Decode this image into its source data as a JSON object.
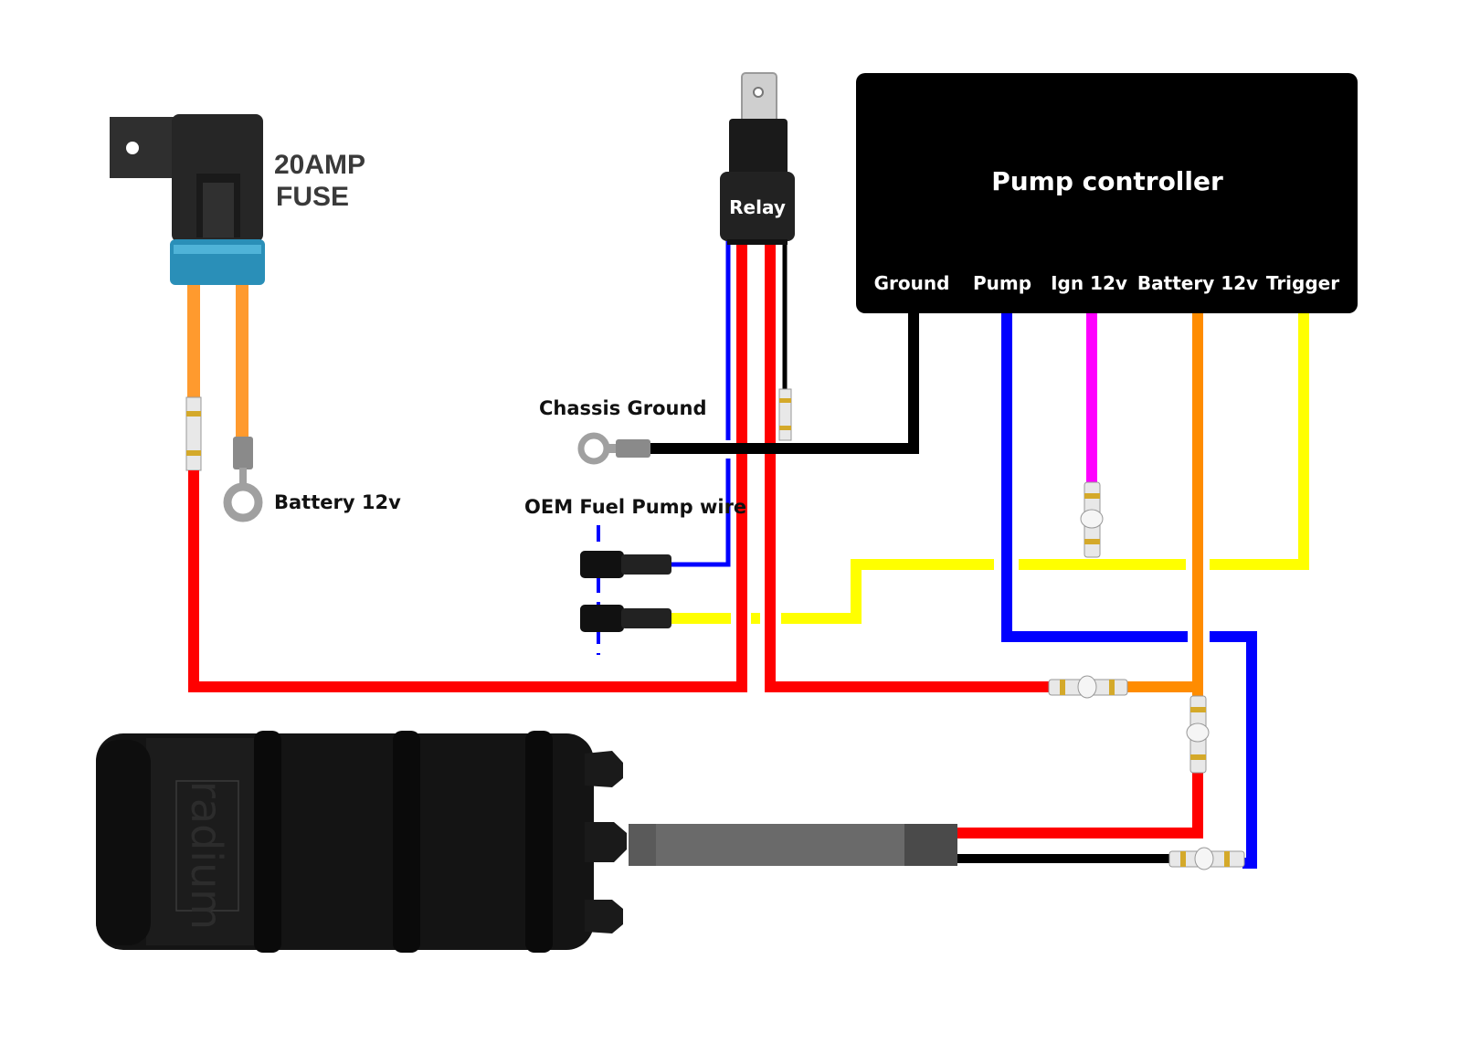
{
  "labels": {
    "fuse_line1": "20AMP",
    "fuse_line2": "FUSE",
    "relay": "Relay",
    "pump_controller": "Pump controller",
    "battery_12v": "Battery 12v",
    "chassis_ground": "Chassis Ground",
    "oem_fuel_pump_wire": "OEM Fuel Pump wire",
    "pump_brand": "radium"
  },
  "controller_terminals": [
    "Ground",
    "Pump",
    "Ign 12v",
    "Battery 12v",
    "Trigger"
  ],
  "wire_colors": {
    "red": "#ff0000",
    "black": "#000000",
    "blue": "#0000ff",
    "yellow": "#ffff00",
    "orange": "#ff8c00",
    "magenta": "#ff00ff",
    "fuse_lead": "#ff9a2e",
    "fuse_cap": "#2a8fb8"
  },
  "icons": [
    "fuse-holder-icon",
    "relay-icon",
    "ring-terminal-icon",
    "bullet-connector-icon",
    "butt-splice-icon",
    "fuel-pump-icon"
  ]
}
